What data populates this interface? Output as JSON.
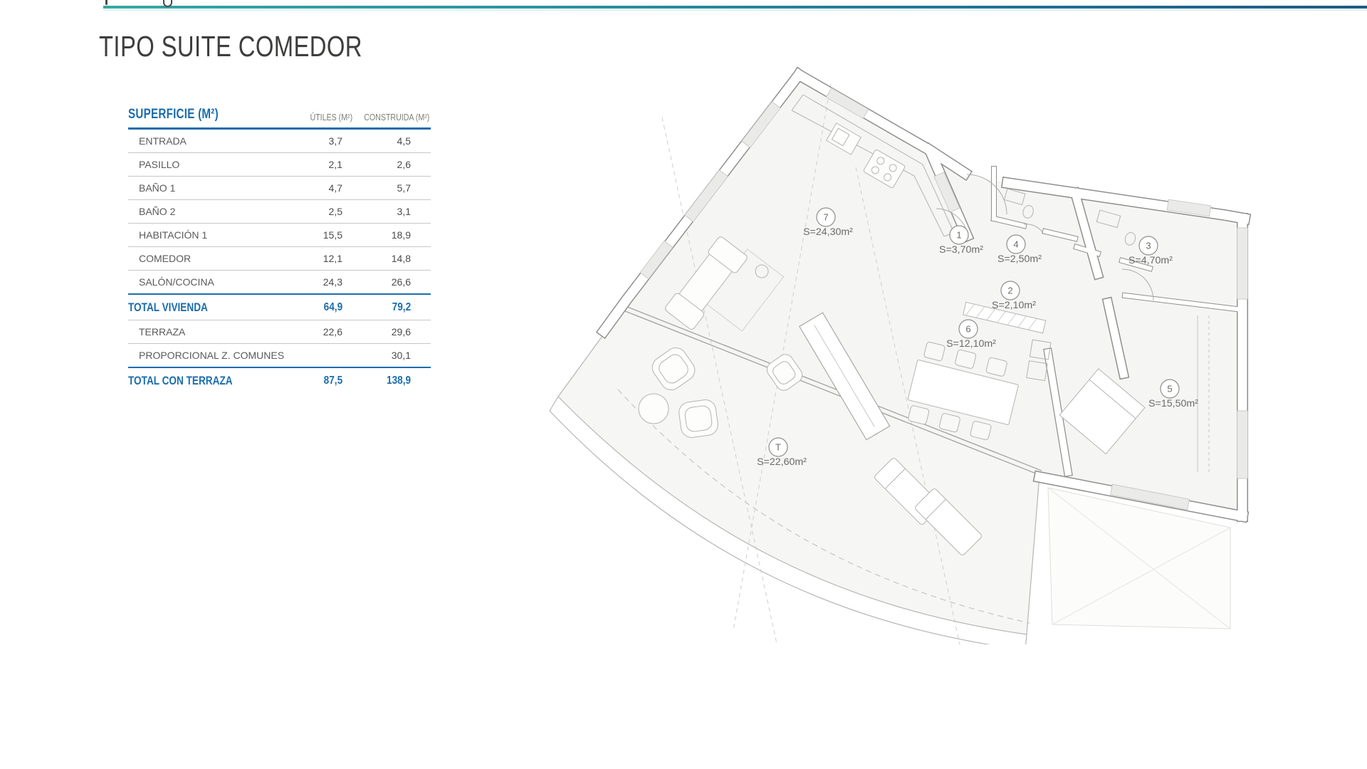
{
  "page": {
    "title": "TIPO SUITE COMEDOR"
  },
  "table": {
    "title": "SUPERFICIE (M²)",
    "col_utiles": "ÚTILES (M²)",
    "col_construida": "CONSTRUIDA (M²)",
    "rows": [
      {
        "label": "ENTRADA",
        "utiles": "3,7",
        "construida": "4,5"
      },
      {
        "label": "PASILLO",
        "utiles": "2,1",
        "construida": "2,6"
      },
      {
        "label": "BAÑO 1",
        "utiles": "4,7",
        "construida": "5,7"
      },
      {
        "label": "BAÑO 2",
        "utiles": "2,5",
        "construida": "3,1"
      },
      {
        "label": "HABITACIÓN 1",
        "utiles": "15,5",
        "construida": "18,9"
      },
      {
        "label": "COMEDOR",
        "utiles": "12,1",
        "construida": "14,8"
      },
      {
        "label": "SALÓN/COCINA",
        "utiles": "24,3",
        "construida": "26,6"
      }
    ],
    "total_vivienda": {
      "label": "TOTAL VIVIENDA",
      "utiles": "64,9",
      "construida": "79,2"
    },
    "extra_rows": [
      {
        "label": "TERRAZA",
        "utiles": "22,6",
        "construida": "29,6"
      },
      {
        "label": "PROPORCIONAL Z. COMUNES",
        "utiles": "",
        "construida": "30,1"
      }
    ],
    "total_con_terraza": {
      "label": "TOTAL CON TERRAZA",
      "utiles": "87,5",
      "construida": "138,9"
    }
  },
  "plan": {
    "rooms": [
      {
        "id": "7",
        "area": "S=24,30m²"
      },
      {
        "id": "1",
        "area": "S=3,70m²"
      },
      {
        "id": "4",
        "area": "S=2,50m²"
      },
      {
        "id": "3",
        "area": "S=4,70m²"
      },
      {
        "id": "2",
        "area": "S=2,10m²"
      },
      {
        "id": "6",
        "area": "S=12,10m²"
      },
      {
        "id": "5",
        "area": "S=15,50m²"
      },
      {
        "id": "T",
        "area": "S=22,60m²"
      }
    ]
  },
  "accent": {
    "teal": "#2fa7a0",
    "blue": "#1b6dad",
    "rule_dark": "#1d5a85"
  }
}
